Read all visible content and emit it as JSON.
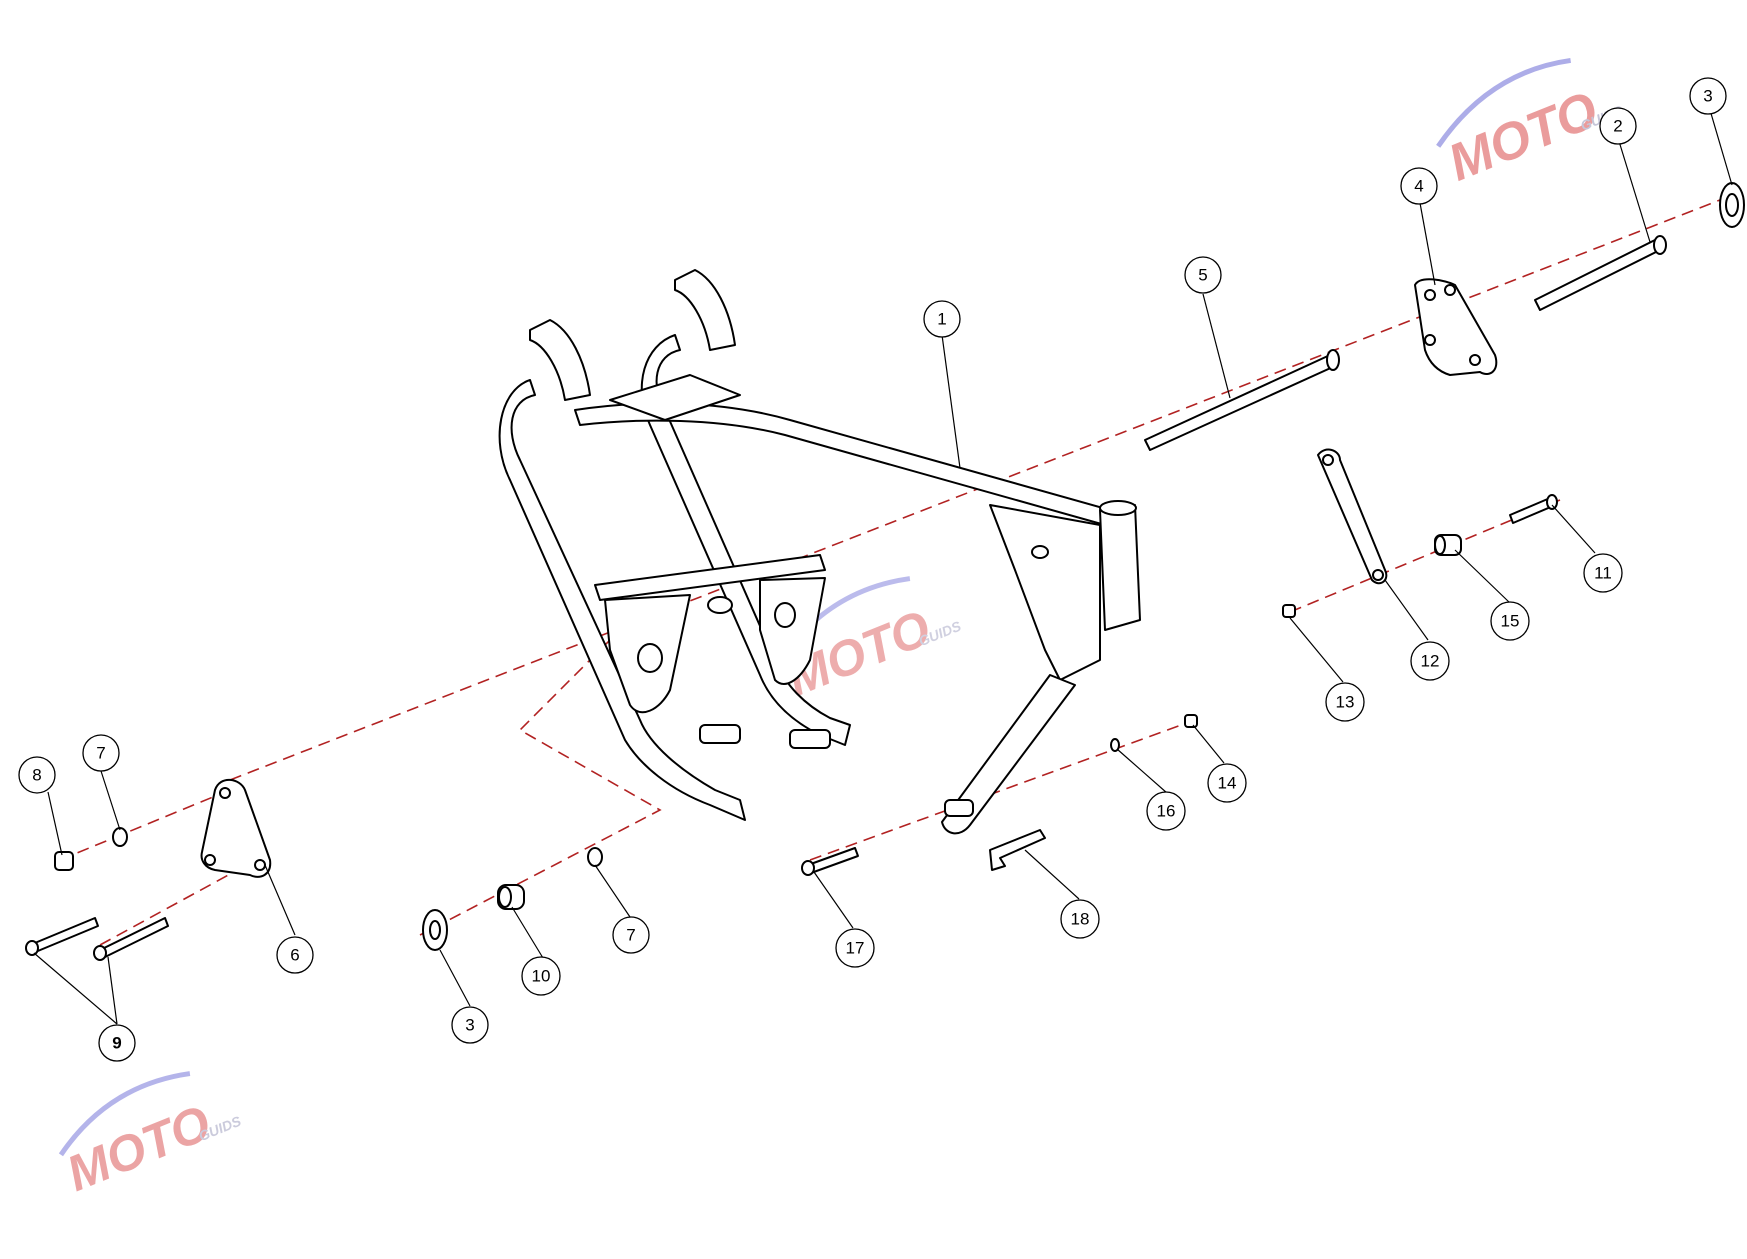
{
  "diagram": {
    "callouts": [
      {
        "id": "c1",
        "label": "1"
      },
      {
        "id": "c2",
        "label": "2"
      },
      {
        "id": "c3a",
        "label": "3"
      },
      {
        "id": "c3b",
        "label": "3"
      },
      {
        "id": "c4",
        "label": "4"
      },
      {
        "id": "c5",
        "label": "5"
      },
      {
        "id": "c6",
        "label": "6"
      },
      {
        "id": "c7a",
        "label": "7"
      },
      {
        "id": "c7b",
        "label": "7"
      },
      {
        "id": "c8",
        "label": "8"
      },
      {
        "id": "c9",
        "label": "9"
      },
      {
        "id": "c10",
        "label": "10"
      },
      {
        "id": "c11",
        "label": "11"
      },
      {
        "id": "c12",
        "label": "12"
      },
      {
        "id": "c13",
        "label": "13"
      },
      {
        "id": "c14",
        "label": "14"
      },
      {
        "id": "c15",
        "label": "15"
      },
      {
        "id": "c16",
        "label": "16"
      },
      {
        "id": "c17",
        "label": "17"
      },
      {
        "id": "c18",
        "label": "18"
      }
    ],
    "colors": {
      "assembly_line": "#b22222",
      "outline": "#000000",
      "watermark_blue": "#6b6bd6",
      "watermark_red": "#d94c4c"
    }
  },
  "watermark": {
    "brand": "MOTO",
    "subtitle": "GUIDS"
  }
}
